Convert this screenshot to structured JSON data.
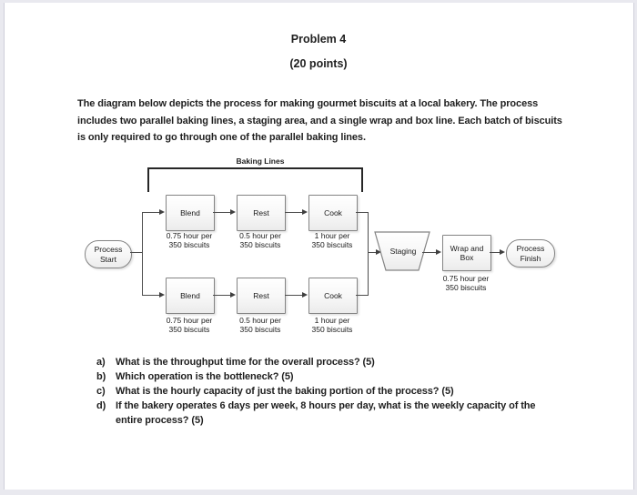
{
  "header": {
    "title": "Problem 4",
    "points": "(20 points)"
  },
  "intro": {
    "lines": [
      "The diagram below depicts the process for making gourmet biscuits at a local bakery.  The process",
      "includes two parallel baking lines, a staging area, and a single wrap and box line.  Each batch of biscuits",
      "is only required to go through one of the parallel baking lines."
    ]
  },
  "diagram": {
    "bracket_label": "Baking Lines",
    "start": [
      "Process",
      "Start"
    ],
    "finish": [
      "Process",
      "Finish"
    ],
    "staging": {
      "label": "Staging"
    },
    "wrap": {
      "label": [
        "Wrap and",
        "Box"
      ],
      "time": [
        "0.75 hour per",
        "350 biscuits"
      ]
    },
    "baking_lines": [
      {
        "steps": [
          {
            "label": "Blend",
            "time": [
              "0.75 hour per",
              "350 biscuits"
            ]
          },
          {
            "label": "Rest",
            "time": [
              "0.5 hour per",
              "350 biscuits"
            ]
          },
          {
            "label": "Cook",
            "time": [
              "1 hour per",
              "350 biscuits"
            ]
          }
        ]
      },
      {
        "steps": [
          {
            "label": "Blend",
            "time": [
              "0.75 hour per",
              "350 biscuits"
            ]
          },
          {
            "label": "Rest",
            "time": [
              "0.5 hour per",
              "350 biscuits"
            ]
          },
          {
            "label": "Cook",
            "time": [
              "1 hour per",
              "350 biscuits"
            ]
          }
        ]
      }
    ]
  },
  "questions": {
    "items": [
      {
        "label": "a)",
        "text": "What is the throughput time for the overall process? (5)"
      },
      {
        "label": "b)",
        "text": "Which operation is the bottleneck? (5)"
      },
      {
        "label": "c)",
        "text": "What is the hourly capacity of just the baking portion of the process? (5)"
      },
      {
        "label": "d)",
        "text": "If the bakery operates 6 days per week, 8 hours per day, what is the weekly capacity of the entire process? (5)"
      }
    ]
  },
  "colors": {
    "paper": "#ffffff",
    "frame": "#e9e9ef",
    "box_border": "#848484",
    "connector": "#4d4d4d",
    "bracket": "#262626",
    "text": "#1f1f1f"
  }
}
